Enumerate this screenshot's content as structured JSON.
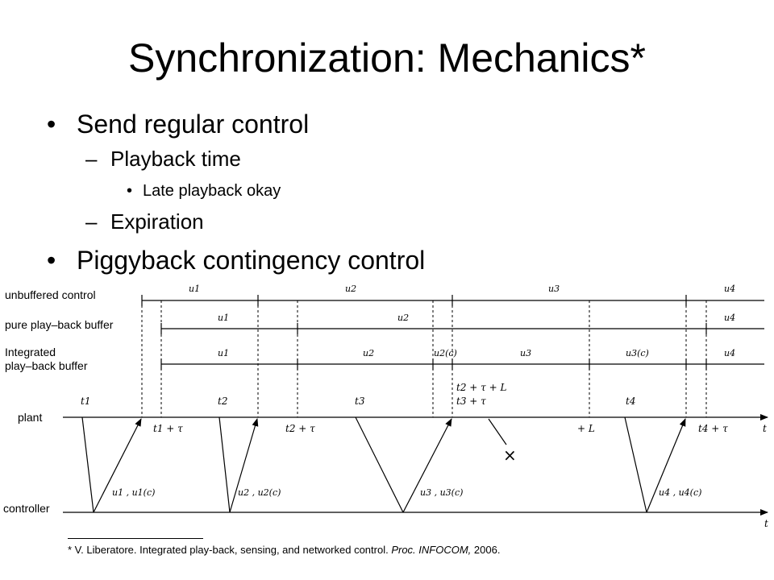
{
  "slide": {
    "title": "Synchronization: Mechanics*",
    "bullets": [
      {
        "level": 1,
        "text": "Send regular control"
      },
      {
        "level": 2,
        "text": "Playback time"
      },
      {
        "level": 3,
        "text": "Late playback okay"
      },
      {
        "level": 2,
        "text": "Expiration"
      },
      {
        "level": 1,
        "text": "Piggyback contingency control"
      }
    ],
    "markers": {
      "level1": "•",
      "level2": "–",
      "level3": "•"
    }
  },
  "diagram": {
    "row_labels": {
      "unbuffered": "unbuffered control",
      "pure": "pure play–back buffer",
      "integrated_line1": "Integrated",
      "integrated_line2": "play–back buffer",
      "plant": "plant",
      "controller": "controller"
    },
    "axis_label": "t",
    "unbuffered_segments": [
      "u1",
      "u2",
      "u3",
      "u4"
    ],
    "pure_segments": [
      "u1",
      "u2",
      "u4"
    ],
    "integrated_segments": [
      "u1",
      "u2",
      "u2(c)",
      "u3",
      "u3(c)",
      "u4"
    ],
    "plant_top_times": [
      "t1",
      "t2",
      "t3",
      "t4"
    ],
    "plant_bottom_times": [
      "t1 + τ",
      "t2 + τ",
      "+ L",
      "t4 + τ"
    ],
    "t3_annotations": [
      "t2 + τ + L",
      "t3 + τ"
    ],
    "packet_labels": [
      "u1 , u1(c)",
      "u2 , u2(c)",
      "u3 , u3(c)",
      "u4 , u4(c)"
    ],
    "lost_packet_mark": "×"
  },
  "footnote": {
    "prefix": "* V. Liberatore.  Integrated play-back, sensing, and networked control. ",
    "venue": "Proc. INFOCOM,",
    "year": " 2006."
  }
}
